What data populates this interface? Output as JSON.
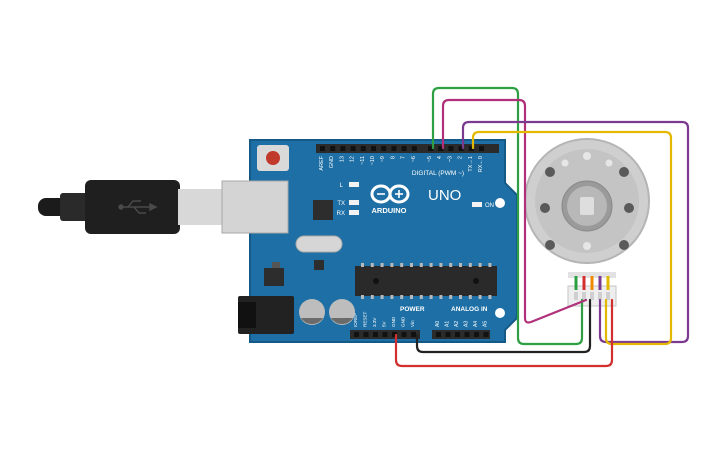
{
  "board": {
    "logo_brand": "ARDUINO",
    "logo_model": "UNO",
    "digital_header_label": "DIGITAL (PWM ~)",
    "power_label": "POWER",
    "analog_label": "ANALOG IN",
    "on_label": "ON",
    "led_l": "L",
    "led_tx": "TX",
    "led_rx": "RX",
    "digital_pins": [
      "AREF",
      "GND",
      "13",
      "12",
      "~11",
      "~10",
      "~9",
      "8",
      "7",
      "~6",
      "~5",
      "4",
      "~3",
      "2",
      "TX→1",
      "RX←0"
    ],
    "power_pins": [
      "IOREF",
      "RESET",
      "3.3V",
      "5V",
      "GND",
      "GND",
      "Vin"
    ],
    "analog_pins": [
      "A0",
      "A1",
      "A2",
      "A3",
      "A4",
      "A5"
    ]
  },
  "colors": {
    "board": "#1d6fa5",
    "board_edge": "#155a87",
    "header": "#2b2b2b",
    "usb_metal": "#cfcfcf",
    "cable": "#1b1b1b",
    "motor_body": "#d0d0d0",
    "motor_dark": "#a9a9a9",
    "wire_green": "#2ea043",
    "wire_magenta": "#b0307a",
    "wire_purple": "#7b3a8f",
    "wire_yellow": "#e2b800",
    "wire_red": "#d32f2f",
    "wire_black": "#222222",
    "wire_orange": "#f08a00"
  }
}
